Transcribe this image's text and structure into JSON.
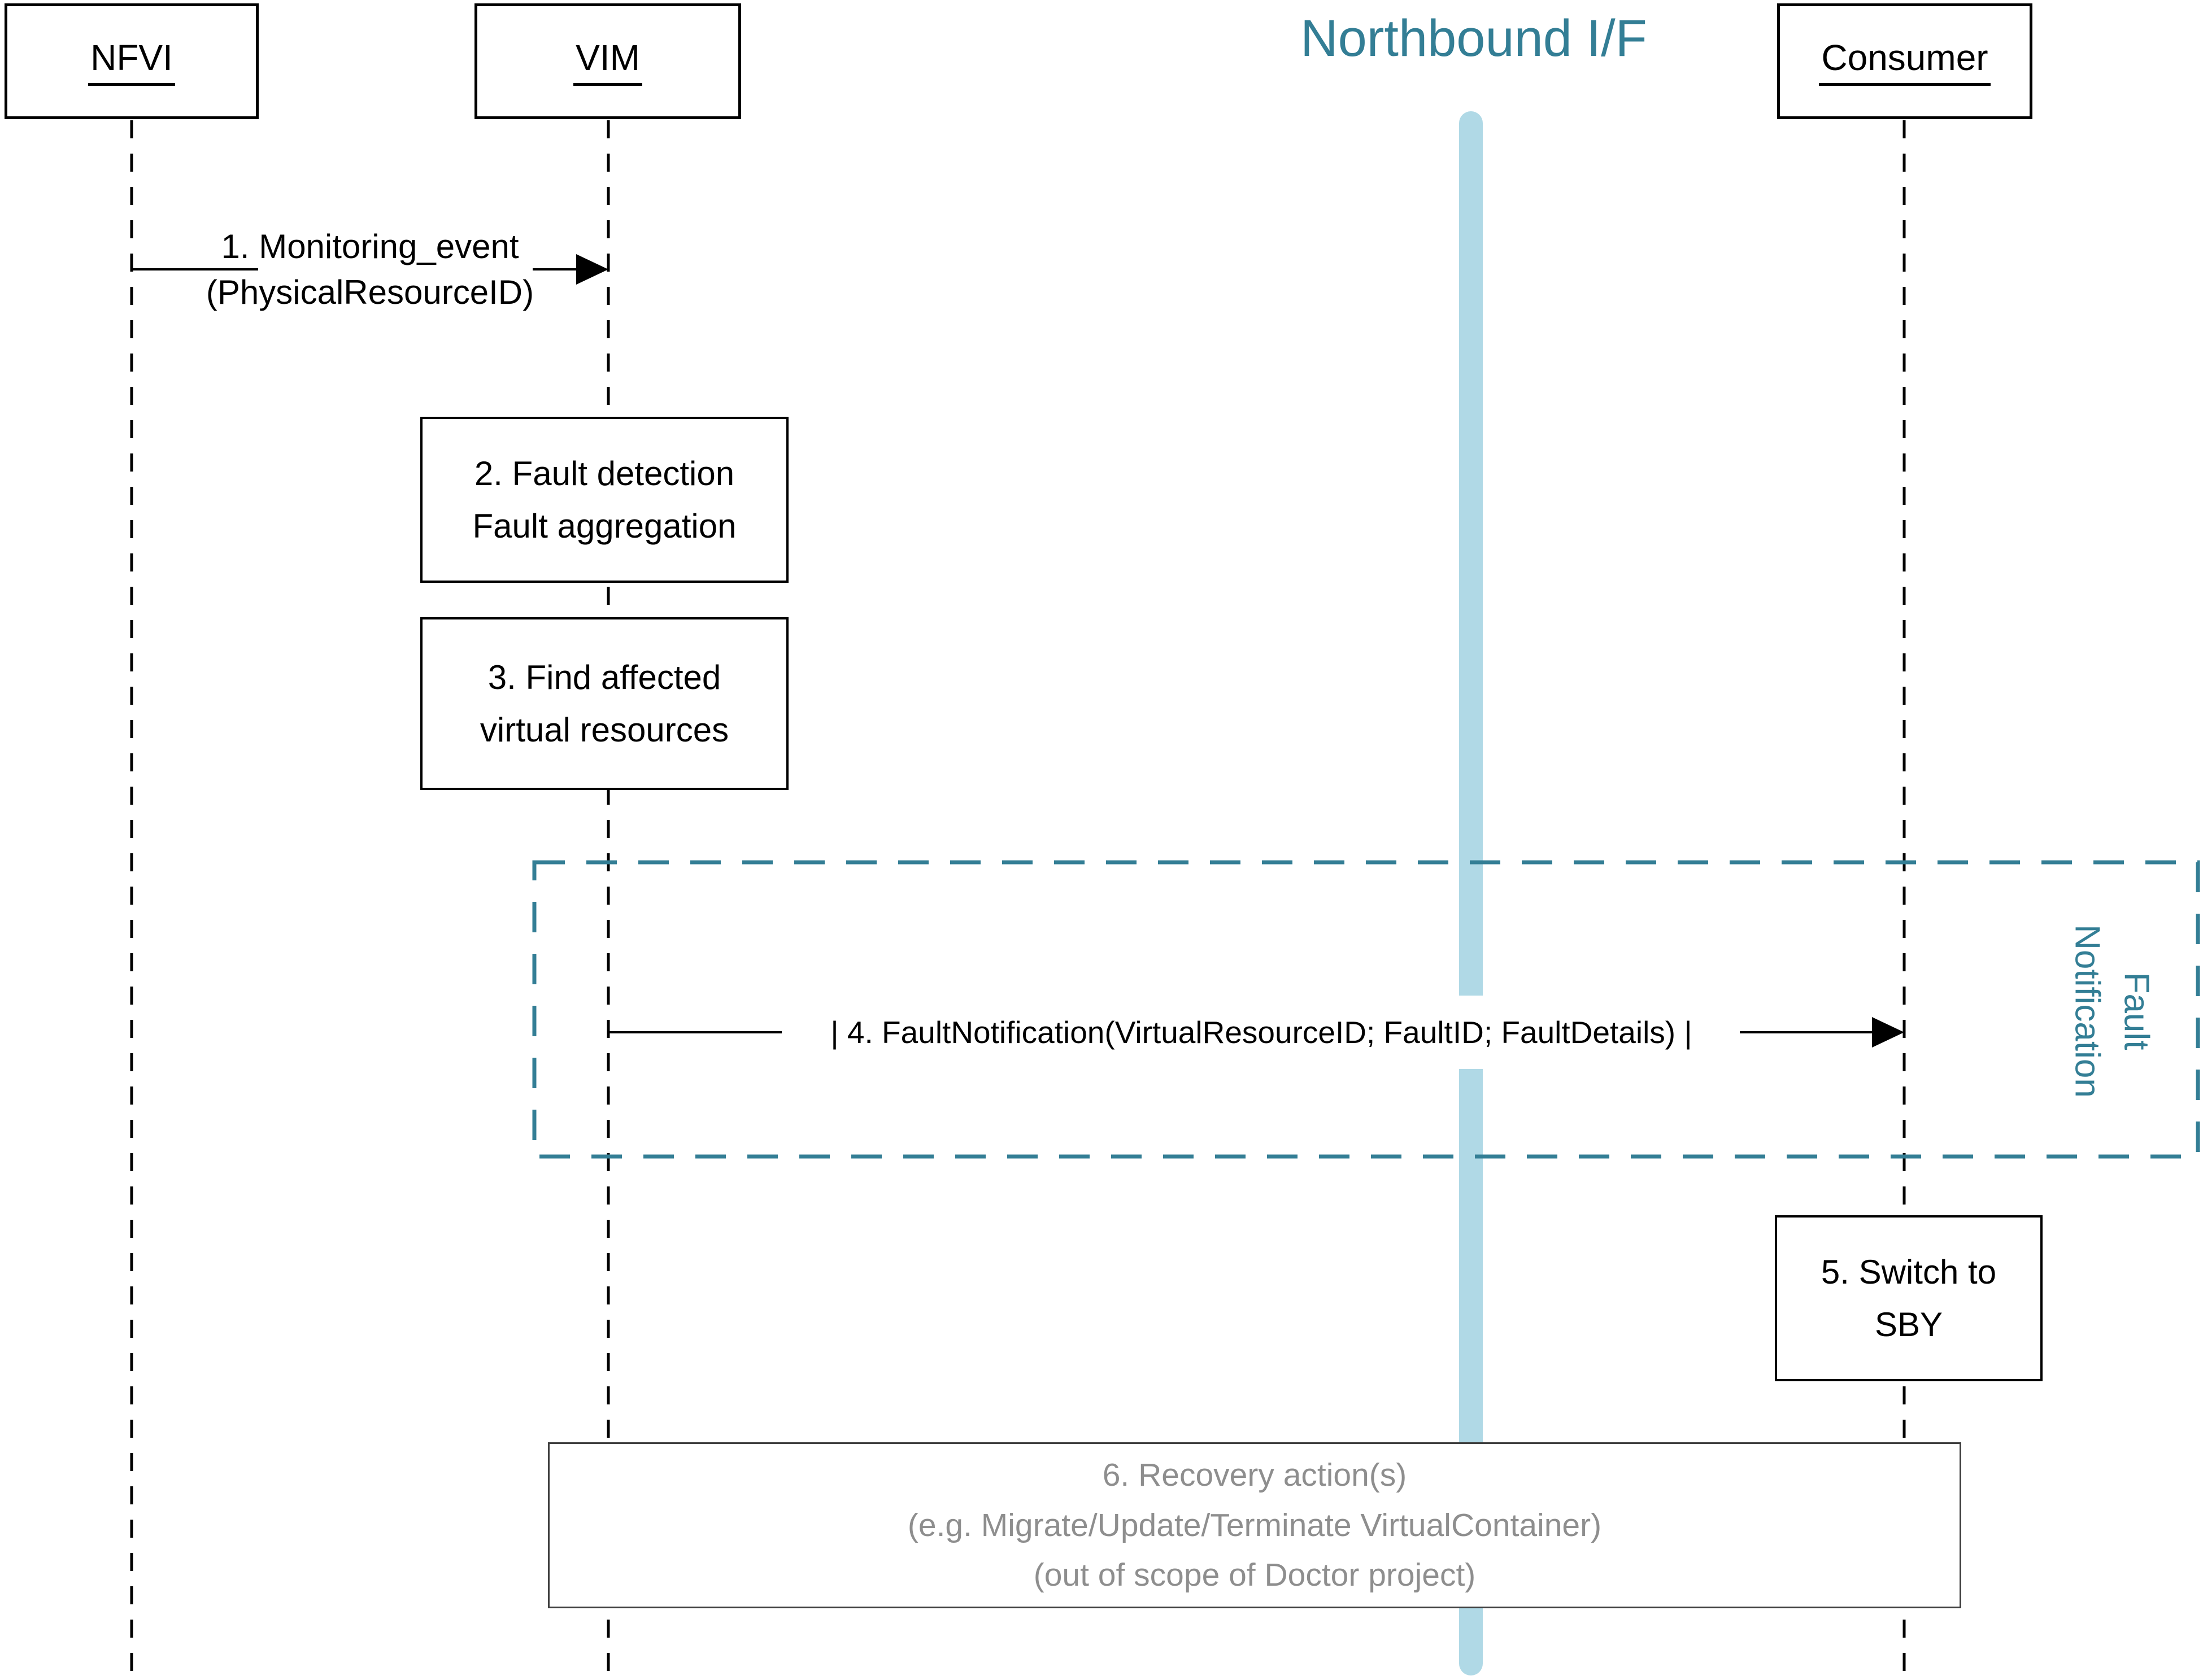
{
  "diagram": {
    "title": "Northbound I/F",
    "actors": [
      {
        "label": "NFVI"
      },
      {
        "label": "VIM"
      },
      {
        "label": "Consumer"
      }
    ],
    "messages": {
      "m1": {
        "line1": "1. Monitoring_event",
        "line2": "(PhysicalResourceID)"
      },
      "m4": {
        "text": "| 4. FaultNotification(VirtualResourceID; FaultID; FaultDetails) |"
      }
    },
    "activities": {
      "a2": {
        "line1": "2. Fault detection",
        "line2": "Fault aggregation"
      },
      "a3": {
        "line1": "3. Find affected",
        "line2": "virtual resources"
      },
      "a5": {
        "line1": "5. Switch to",
        "line2": "SBY"
      },
      "a6": {
        "line1": "6. Recovery action(s)",
        "line2": "(e.g. Migrate/Update/Terminate VirtualContainer)",
        "line3": "(out of scope of Doctor project)"
      }
    },
    "frame": {
      "line1": "Fault",
      "line2": "Notification"
    },
    "colors": {
      "teal": "#337e95",
      "light_blue": "#b0d9e6",
      "gray_text": "#8e8e8e",
      "line_black": "#000000"
    }
  }
}
